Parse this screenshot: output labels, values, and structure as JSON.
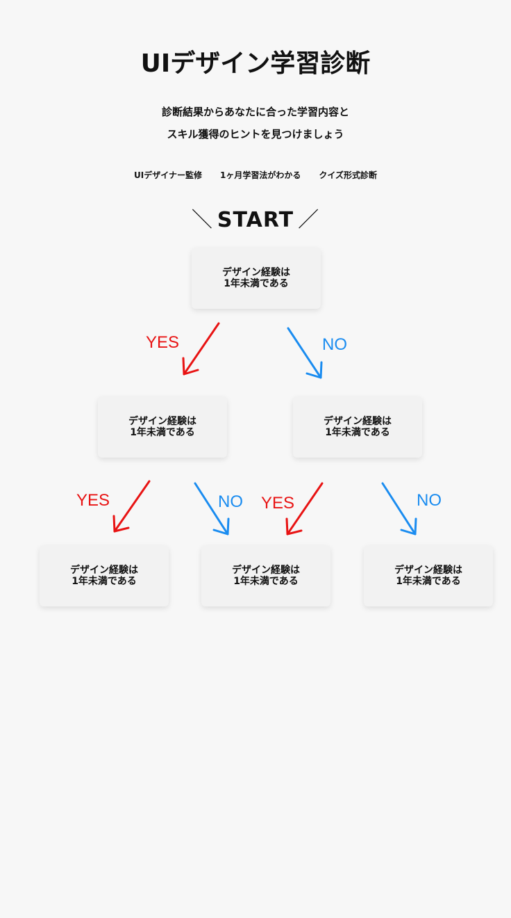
{
  "header": {
    "title": "UIデザイン学習診断",
    "lead_line1": "診断結果からあなたに合った学習内容と",
    "lead_line2": "スキル獲得のヒントを見つけましょう",
    "tags": [
      "UIデザイナー監修",
      "1ヶ月学習法がわかる",
      "クイズ形式診断"
    ]
  },
  "start": {
    "left_slash": "＼",
    "label": "START",
    "right_slash": "／"
  },
  "flow": {
    "q1": {
      "line1": "デザイン経験は",
      "line2": "1年未満である"
    },
    "q2_left": {
      "line1": "デザイン経験は",
      "line2": "1年未満である"
    },
    "q2_right": {
      "line1": "デザイン経験は",
      "line2": "1年未満である"
    },
    "q3_1": {
      "line1": "デザイン経験は",
      "line2": "1年未満である"
    },
    "q3_2": {
      "line1": "デザイン経験は",
      "line2": "1年未満である"
    },
    "q3_3": {
      "line1": "デザイン経験は",
      "line2": "1年未満である"
    },
    "yes_label": "YES",
    "no_label": "NO"
  },
  "colors": {
    "yes": "#e81313",
    "no": "#1a8cf0",
    "background": "#f7f7f7",
    "card": "#f2f2f2"
  }
}
